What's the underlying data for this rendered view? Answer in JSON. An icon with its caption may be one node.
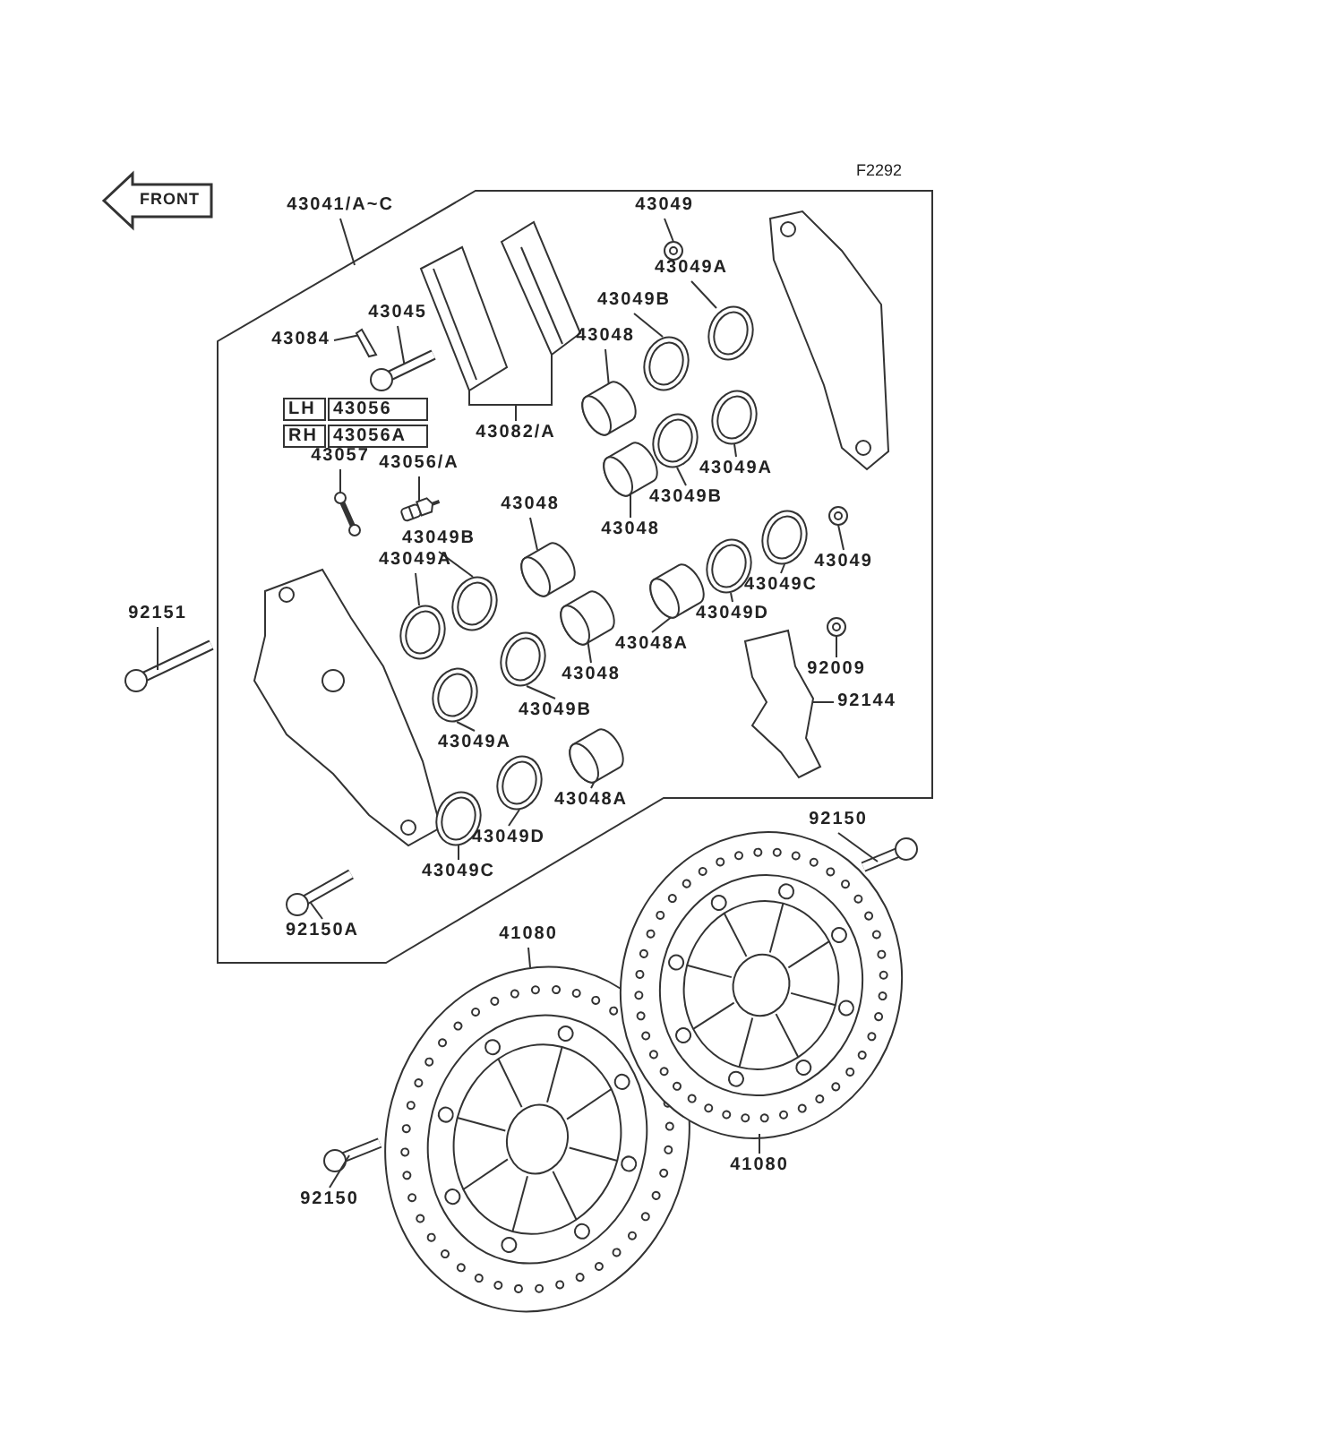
{
  "diagram": {
    "nodes": [
      {
        "text": [
          "43041/A~C"
        ]
      },
      {
        "text": [],
        "shape": "box"
      },
      {
        "text": [
          "43084"
        ],
        "in": 1
      },
      {
        "text": [
          "43045"
        ],
        "in": 1
      },
      {
        "text": [
          "43082/A"
        ],
        "in": 1
      },
      {
        "text": [
          "43057"
        ],
        "in": 1
      },
      {
        "text": [
          "43056/A"
        ],
        "in": 1
      },
      {
        "text": [
          "43048"
        ],
        "in": 1
      },
      {
        "text": [
          "43049B"
        ],
        "in": 1
      },
      {
        "text": [
          "43049A"
        ],
        "in": 1
      },
      {
        "text": [
          "43048"
        ],
        "in": 1
      },
      {
        "text": [
          "43049B"
        ],
        "in": 1
      },
      {
        "text": [
          "43049A"
        ],
        "in": 1
      },
      {
        "text": [
          "43048A"
        ],
        "in": 1
      },
      {
        "text": [
          "43049D"
        ],
        "in": 1
      },
      {
        "text": [
          "43049C"
        ],
        "in": 1
      },
      {
        "text": [
          "92150A"
        ],
        "in": 1
      },
      {
        "text": [
          "43049"
        ],
        "in": 1
      },
      {
        "text": [
          "43049A"
        ],
        "in": 1
      },
      {
        "text": [
          "43049B"
        ],
        "in": 1
      },
      {
        "text": [
          "43048"
        ],
        "in": 1
      },
      {
        "text": [
          "43049A"
        ],
        "in": 1
      },
      {
        "text": [
          "43049B"
        ],
        "in": 1
      },
      {
        "text": [
          "43048"
        ],
        "in": 1
      },
      {
        "text": [
          "43049"
        ],
        "in": 1
      },
      {
        "text": [
          "43049C"
        ],
        "in": 1
      },
      {
        "text": [
          "43049D"
        ],
        "in": 1
      },
      {
        "text": [
          "43048A"
        ],
        "in": 1
      },
      {
        "text": [
          "92009"
        ],
        "in": 1
      },
      {
        "text": [
          "92144"
        ],
        "in": 1
      },
      {
        "text": [
          "92151"
        ]
      },
      {
        "text": [
          "92150"
        ]
      },
      {
        "text": [
          "41080"
        ]
      },
      {
        "text": [
          "41080"
        ]
      },
      {
        "text": [
          "92150"
        ]
      },
      {
        "text": [],
        "shape": "picture",
        "in": 1
      },
      {
        "text": [],
        "shape": "picture",
        "in": 1
      },
      {
        "text": [],
        "shape": "picture",
        "in": 1
      },
      {
        "text": [],
        "shape": "picture",
        "in": 1
      },
      {
        "text": [],
        "shape": "picture",
        "in": 1
      },
      {
        "text": [],
        "shape": "picture",
        "in": 1
      },
      {
        "text": [],
        "shape": "picture",
        "in": 1
      },
      {
        "text": [],
        "shape": "picture",
        "in": 1
      },
      {
        "text": [],
        "shape": "picture",
        "in": 1
      },
      {
        "text": [],
        "shape": "picture",
        "in": 1
      },
      {
        "text": [],
        "shape": "picture",
        "in": 1
      },
      {
        "text": [],
        "shape": "picture",
        "in": 1
      },
      {
        "text": [],
        "shape": "picture",
        "in": 1
      },
      {
        "text": [],
        "shape": "picture",
        "in": 1
      },
      {
        "text": [],
        "shape": "picture",
        "in": 1
      },
      {
        "text": [],
        "shape": "picture",
        "in": 1
      },
      {
        "text": [],
        "shape": "picture",
        "in": 1
      },
      {
        "text": [],
        "shape": "picture",
        "in": 1
      },
      {
        "text": [],
        "shape": "picture",
        "in": 1
      },
      {
        "text": [],
        "shape": "picture",
        "in": 1
      },
      {
        "text": [],
        "shape": "picture",
        "in": 1
      },
      {
        "text": [],
        "shape": "picture",
        "in": 1
      },
      {
        "text": [],
        "shape": "picture",
        "in": 1
      },
      {
        "text": [],
        "shape": "picture",
        "in": 1
      },
      {
        "text": [],
        "shape": "picture",
        "in": 1
      },
      {
        "text": [],
        "shape": "picture",
        "in": 1
      },
      {
        "text": [],
        "shape": "picture",
        "in": 1
      },
      {
        "text": [],
        "shape": "picture",
        "in": 1
      },
      {
        "text": [],
        "shape": "picture",
        "in": 1
      },
      {
        "text": [],
        "shape": "picture"
      },
      {
        "text": [],
        "shape": "picture"
      },
      {
        "text": [],
        "shape": "picture"
      },
      {
        "text": [],
        "shape": "picture"
      },
      {
        "text": [],
        "shape": "picture"
      }
    ],
    "edges": [
      {
        "from": 0,
        "to": 1,
        "arrow": "none"
      },
      {
        "from": 2,
        "to": 35,
        "arrow": "none"
      },
      {
        "from": 3,
        "to": 36,
        "arrow": "none"
      },
      {
        "from": 4,
        "to": 37,
        "arrow": "none"
      },
      {
        "from": 4,
        "to": 38,
        "arrow": "none"
      },
      {
        "from": 5,
        "to": 39,
        "arrow": "none"
      },
      {
        "from": 6,
        "to": 40,
        "arrow": "none"
      },
      {
        "from": 7,
        "to": 41,
        "arrow": "none"
      },
      {
        "from": 8,
        "to": 42,
        "arrow": "none"
      },
      {
        "from": 9,
        "to": 43,
        "arrow": "none"
      },
      {
        "from": 10,
        "to": 44,
        "arrow": "none"
      },
      {
        "from": 11,
        "to": 45,
        "arrow": "none"
      },
      {
        "from": 12,
        "to": 46,
        "arrow": "none"
      },
      {
        "from": 13,
        "to": 47,
        "arrow": "none"
      },
      {
        "from": 14,
        "to": 48,
        "arrow": "none"
      },
      {
        "from": 15,
        "to": 49,
        "arrow": "none"
      },
      {
        "from": 16,
        "to": 50,
        "arrow": "none"
      },
      {
        "from": 17,
        "to": 51,
        "arrow": "none"
      },
      {
        "from": 18,
        "to": 52,
        "arrow": "none"
      },
      {
        "from": 19,
        "to": 53,
        "arrow": "none"
      },
      {
        "from": 20,
        "to": 54,
        "arrow": "none"
      },
      {
        "from": 21,
        "to": 55,
        "arrow": "none"
      },
      {
        "from": 22,
        "to": 56,
        "arrow": "none"
      },
      {
        "from": 23,
        "to": 57,
        "arrow": "none"
      },
      {
        "from": 24,
        "to": 58,
        "arrow": "none"
      },
      {
        "from": 25,
        "to": 59,
        "arrow": "none"
      },
      {
        "from": 26,
        "to": 60,
        "arrow": "none"
      },
      {
        "from": 27,
        "to": 61,
        "arrow": "none"
      },
      {
        "from": 28,
        "to": 62,
        "arrow": "none"
      },
      {
        "from": 29,
        "to": 63,
        "arrow": "none"
      },
      {
        "from": 30,
        "to": 64,
        "arrow": "none"
      },
      {
        "from": 31,
        "to": 65,
        "arrow": "none"
      },
      {
        "from": 32,
        "to": 66,
        "arrow": "none"
      },
      {
        "from": 33,
        "to": 67,
        "arrow": "none"
      },
      {
        "from": 34,
        "to": 68,
        "arrow": "none"
      }
    ],
    "labels": [
      "F2292",
      "FRONT",
      "LH",
      "43056",
      "RH",
      "43056A"
    ]
  }
}
